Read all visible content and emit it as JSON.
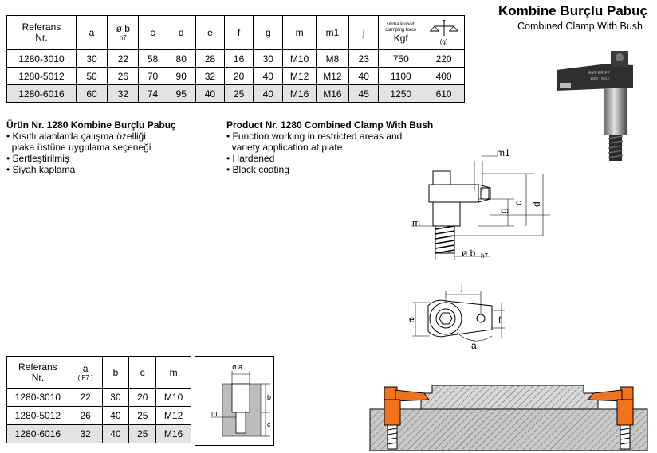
{
  "header": {
    "title": "Kombine Burçlu Pabuç",
    "subtitle": "Combined Clamp With Bush"
  },
  "table1": {
    "headers": {
      "ref_line1": "Referans",
      "ref_line2": "Nr.",
      "a": "a",
      "b": "ø b",
      "b_sub": "h7",
      "c": "c",
      "d": "d",
      "e": "e",
      "f": "f",
      "g": "g",
      "m": "m",
      "m1": "m1",
      "j": "j",
      "force_tr": "sıkma kuvveti",
      "force_en": "clamping force",
      "force_unit": "Kgf",
      "weight_unit": "(g)"
    },
    "rows": [
      {
        "ref": "1280-3010",
        "a": "30",
        "b": "22",
        "c": "58",
        "d": "80",
        "e": "28",
        "f": "16",
        "g": "30",
        "m": "M10",
        "m1": "M8",
        "j": "23",
        "force": "750",
        "weight": "220"
      },
      {
        "ref": "1280-5012",
        "a": "50",
        "b": "26",
        "c": "70",
        "d": "90",
        "e": "32",
        "f": "20",
        "g": "40",
        "m": "M12",
        "m1": "M12",
        "j": "40",
        "force": "1100",
        "weight": "400"
      },
      {
        "ref": "1280-6016",
        "a": "60",
        "b": "32",
        "c": "74",
        "d": "95",
        "e": "40",
        "f": "25",
        "g": "40",
        "m": "M16",
        "m1": "M16",
        "j": "45",
        "force": "1250",
        "weight": "610"
      }
    ]
  },
  "description_tr": {
    "heading": "Ürün Nr. 1280 Kombine Burçlu Pabuç",
    "items": [
      "• Kısıtlı alanlarda çalışma özelliği",
      "  plaka üstüne uygulama seçeneği",
      "• Sertleştirilmiş",
      "• Siyah kaplama"
    ]
  },
  "description_en": {
    "heading": "Product Nr. 1280 Combined Clamp With Bush",
    "items": [
      "• Function working in restricted areas and",
      "  variety application at plate",
      "• Hardened",
      "• Black coating"
    ]
  },
  "product_image": {
    "label_line1": "AMF ER-FP",
    "label_line2": "1280 - 5012"
  },
  "drawing_side": {
    "m1": "m1",
    "c": "c",
    "d": "d",
    "g": "g",
    "m": "m",
    "b": "ø b",
    "b_sub": "h7"
  },
  "drawing_top": {
    "j": "j",
    "e": "e",
    "f": "f",
    "a": "a"
  },
  "table2": {
    "headers": {
      "ref_line1": "Referans",
      "ref_line2": "Nr.",
      "a": "a",
      "a_sub": "( F7 )",
      "b": "b",
      "c": "c",
      "m": "m"
    },
    "rows": [
      {
        "ref": "1280-3010",
        "a": "22",
        "b": "30",
        "c": "20",
        "m": "M10"
      },
      {
        "ref": "1280-5012",
        "a": "26",
        "b": "40",
        "c": "25",
        "m": "M12"
      },
      {
        "ref": "1280-6016",
        "a": "32",
        "b": "40",
        "c": "25",
        "m": "M16"
      }
    ]
  },
  "bore_drawing": {
    "a": "ø a",
    "b": "b",
    "c": "c",
    "m": "m"
  },
  "colors": {
    "shade": "#e3e3e3",
    "orange": "#f0721e",
    "clamp_body": "#2f2f2f",
    "plate": "#9a9a9a"
  }
}
